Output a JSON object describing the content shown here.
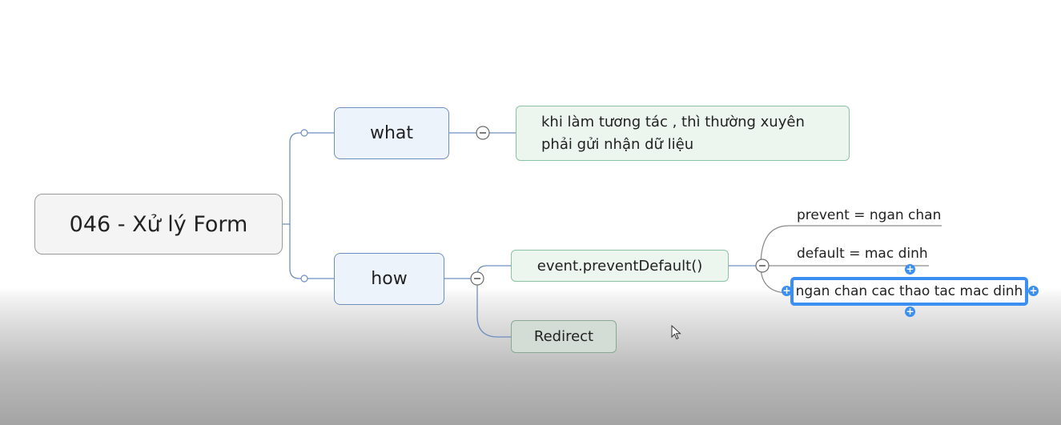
{
  "root": {
    "label": "046 - Xử lý Form"
  },
  "branches": [
    {
      "label": "what",
      "children": [
        {
          "label": "khi làm tương tác , thì thường xuyên phải gửi nhận dữ liệu"
        }
      ]
    },
    {
      "label": "how",
      "children": [
        {
          "label": "event.preventDefault()",
          "children": [
            {
              "label": "prevent = ngan chan"
            },
            {
              "label": "default = mac dinh"
            },
            {
              "label": "ngan chan cac thao tac mac dinh",
              "selected": true
            }
          ]
        },
        {
          "label": "Redirect"
        }
      ]
    }
  ],
  "colors": {
    "topic_border": "#6c8fbf",
    "subtopic_border": "#8cc2a4",
    "selection": "#3b8ff0",
    "connector": "#6c8fbf"
  },
  "icons": {
    "collapse": "minus-circle-icon",
    "expand_handle": "plus-handle-icon",
    "cursor": "mouse-pointer-icon"
  }
}
